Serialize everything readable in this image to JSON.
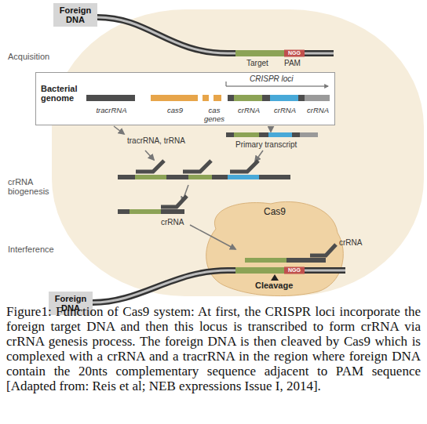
{
  "diagram": {
    "caption": "Figure1: Function of Cas9 system: At first, the CRISPR loci incorporate the foreign target DNA and then this locus is transcribed to form crRNA via crRNA genesis process. The foreign DNA is then cleaved by Cas9 which is complexed with a crRNA and a tracrRNA in the region where foreign DNA contain the 20nts complementary sequence adjacent to PAM sequence [Adapted from: Reis et al; NEB expressions Issue I, 2014].",
    "nodes": [
      {
        "text": [
          "Foreign DNA"
        ]
      },
      {
        "text": [
          "Bacterial genome",
          "CRISPR loci",
          "tracrRNA",
          "cas9",
          "cas genes",
          "crRNA",
          "crRNA",
          "crRNA"
        ]
      },
      {
        "text": [
          "Cas9"
        ]
      },
      {
        "text": [
          "Foreign DNA"
        ]
      }
    ],
    "labels": [
      "Acquisition",
      "NGG",
      "Target",
      "PAM",
      "tracrRNA, trRNA",
      "Primary transcript",
      "crRNA biogenesis",
      "crRNA",
      "crRNA",
      "Interference",
      "NGG",
      "Cleavage"
    ]
  }
}
